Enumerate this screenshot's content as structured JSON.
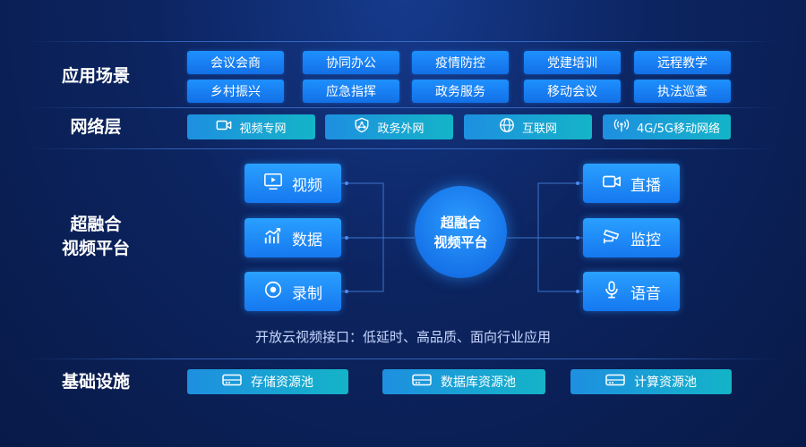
{
  "application": {
    "label": "应用场景",
    "items": [
      "会议会商",
      "协同办公",
      "疫情防控",
      "党建培训",
      "远程教学",
      "乡村振兴",
      "应急指挥",
      "政务服务",
      "移动会议",
      "执法巡查"
    ]
  },
  "network": {
    "label": "网络层",
    "items": [
      {
        "label": "视频专网",
        "icon": "camera-icon"
      },
      {
        "label": "政务外网",
        "icon": "shield-network-icon"
      },
      {
        "label": "互联网",
        "icon": "globe-icon"
      },
      {
        "label": "4G/5G移动网络",
        "icon": "wireless-signal-icon"
      }
    ]
  },
  "platform": {
    "label_line1": "超融合",
    "label_line2": "视频平台",
    "center_line1": "超融合",
    "center_line2": "视频平台",
    "left": [
      {
        "label": "视频",
        "icon": "play-screen-icon"
      },
      {
        "label": "数据",
        "icon": "chart-trend-icon"
      },
      {
        "label": "录制",
        "icon": "record-icon"
      }
    ],
    "right": [
      {
        "label": "直播",
        "icon": "video-camera-icon"
      },
      {
        "label": "监控",
        "icon": "cctv-icon"
      },
      {
        "label": "语音",
        "icon": "microphone-icon"
      }
    ],
    "slogan": "开放云视频接口：低延时、高品质、面向行业应用"
  },
  "infrastructure": {
    "label": "基础设施",
    "items": [
      {
        "label": "存储资源池",
        "icon": "server-icon"
      },
      {
        "label": "数据库资源池",
        "icon": "server-icon"
      },
      {
        "label": "计算资源池",
        "icon": "server-icon"
      }
    ]
  }
}
